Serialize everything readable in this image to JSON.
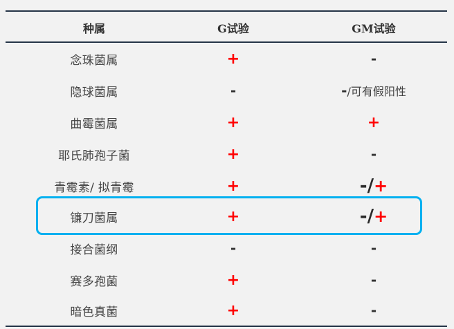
{
  "table": {
    "headers": [
      "种属",
      "G试验",
      "GM试验"
    ],
    "rows": [
      {
        "genus": "念珠菌属",
        "g_test": "+",
        "gm_test": "-"
      },
      {
        "genus": "隐球菌属",
        "g_test": "-",
        "gm_test": "-",
        "gm_note": "/可有假阳性"
      },
      {
        "genus": "曲霉菌属",
        "g_test": "+",
        "gm_test": "+"
      },
      {
        "genus": "耶氏肺孢子菌",
        "g_test": "+",
        "gm_test": "-"
      },
      {
        "genus": "青霉素/ 拟青霉",
        "g_test": "+",
        "gm_test_parts": [
          "-/",
          "+"
        ]
      },
      {
        "genus": "镰刀菌属",
        "g_test": "+",
        "gm_test_parts": [
          "-/",
          "+"
        ],
        "highlighted": true
      },
      {
        "genus": "接合菌纲",
        "g_test": "-",
        "gm_test": "-"
      },
      {
        "genus": "赛多孢菌",
        "g_test": "+",
        "gm_test": "-"
      },
      {
        "genus": "暗色真菌",
        "g_test": "+",
        "gm_test": "-"
      }
    ]
  },
  "colors": {
    "positive": "#ff0000",
    "negative": "#333333",
    "rule": "#243447",
    "highlight_border": "#00b0f0",
    "background": "#f2f2f2"
  }
}
